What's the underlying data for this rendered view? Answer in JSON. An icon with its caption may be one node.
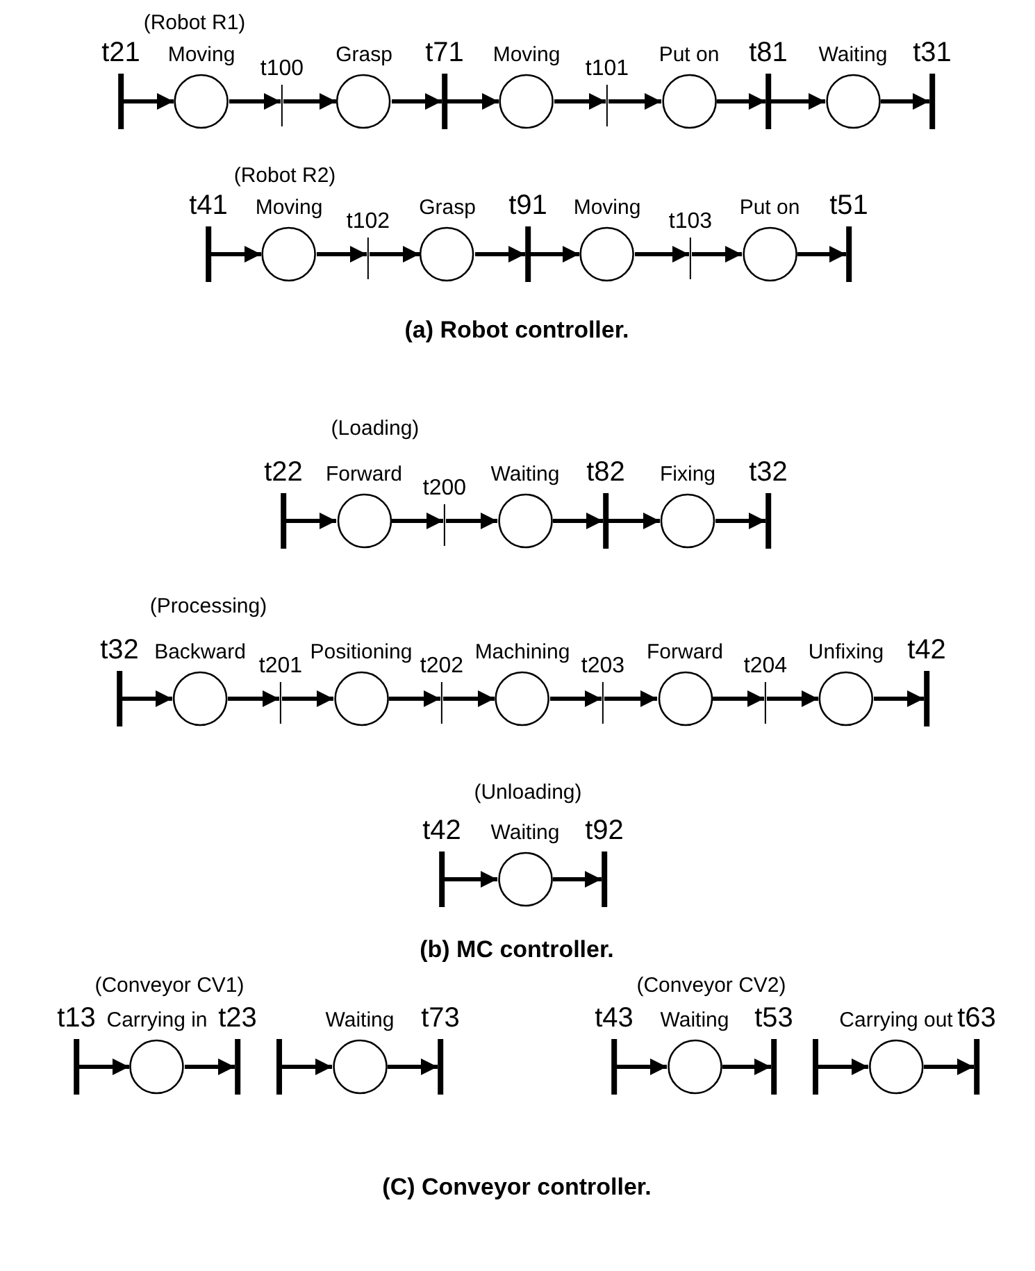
{
  "diagram": {
    "nodes": [
      {
        "text": [
          "t21"
        ]
      },
      {
        "text": [
          "Moving"
        ]
      },
      {
        "text": [
          "t100"
        ]
      },
      {
        "text": [
          "Grasp"
        ]
      },
      {
        "text": [
          "t71"
        ]
      },
      {
        "text": [
          "Moving"
        ]
      },
      {
        "text": [
          "t101"
        ]
      },
      {
        "text": [
          "Put on"
        ]
      },
      {
        "text": [
          "t81"
        ]
      },
      {
        "text": [
          "Waiting"
        ]
      },
      {
        "text": [
          "t31"
        ]
      },
      {
        "text": [
          "t41"
        ]
      },
      {
        "text": [
          "Moving"
        ]
      },
      {
        "text": [
          "t102"
        ]
      },
      {
        "text": [
          "Grasp"
        ]
      },
      {
        "text": [
          "t91"
        ]
      },
      {
        "text": [
          "Moving"
        ]
      },
      {
        "text": [
          "t103"
        ]
      },
      {
        "text": [
          "Put on"
        ]
      },
      {
        "text": [
          "t51"
        ]
      },
      {
        "text": [
          "t22"
        ]
      },
      {
        "text": [
          "Forward"
        ]
      },
      {
        "text": [
          "t200"
        ]
      },
      {
        "text": [
          "Waiting"
        ]
      },
      {
        "text": [
          "t82"
        ]
      },
      {
        "text": [
          "Fixing"
        ]
      },
      {
        "text": [
          "t32"
        ]
      },
      {
        "text": [
          "t32"
        ]
      },
      {
        "text": [
          "Backward"
        ]
      },
      {
        "text": [
          "t201"
        ]
      },
      {
        "text": [
          "Positioning"
        ]
      },
      {
        "text": [
          "t202"
        ]
      },
      {
        "text": [
          "Machining"
        ]
      },
      {
        "text": [
          "t203"
        ]
      },
      {
        "text": [
          "Forward"
        ]
      },
      {
        "text": [
          "t204"
        ]
      },
      {
        "text": [
          "Unfixing"
        ]
      },
      {
        "text": [
          "t42"
        ]
      },
      {
        "text": [
          "t42"
        ]
      },
      {
        "text": [
          "Waiting"
        ]
      },
      {
        "text": [
          "t92"
        ]
      },
      {
        "text": [
          "t13"
        ]
      },
      {
        "text": [
          "Carrying in"
        ]
      },
      {
        "text": [
          "t23"
        ]
      },
      {
        "text": [],
        "shape": "bar"
      },
      {
        "text": [
          "Waiting"
        ]
      },
      {
        "text": [
          "t73"
        ]
      },
      {
        "text": [
          "t43"
        ]
      },
      {
        "text": [
          "Waiting"
        ]
      },
      {
        "text": [
          "t53"
        ]
      },
      {
        "text": [],
        "shape": "bar"
      },
      {
        "text": [
          "Carrying out"
        ]
      },
      {
        "text": [
          "t63"
        ]
      }
    ],
    "edges": [
      {
        "from": 0,
        "to": 1,
        "arrow": "to"
      },
      {
        "from": 1,
        "to": 2,
        "arrow": "to"
      },
      {
        "from": 2,
        "to": 3,
        "arrow": "to"
      },
      {
        "from": 3,
        "to": 4,
        "arrow": "to"
      },
      {
        "from": 4,
        "to": 5,
        "arrow": "to"
      },
      {
        "from": 5,
        "to": 6,
        "arrow": "to"
      },
      {
        "from": 6,
        "to": 7,
        "arrow": "to"
      },
      {
        "from": 7,
        "to": 8,
        "arrow": "to"
      },
      {
        "from": 8,
        "to": 9,
        "arrow": "to"
      },
      {
        "from": 9,
        "to": 10,
        "arrow": "to"
      },
      {
        "from": 11,
        "to": 12,
        "arrow": "to"
      },
      {
        "from": 12,
        "to": 13,
        "arrow": "to"
      },
      {
        "from": 13,
        "to": 14,
        "arrow": "to"
      },
      {
        "from": 14,
        "to": 15,
        "arrow": "to"
      },
      {
        "from": 15,
        "to": 16,
        "arrow": "to"
      },
      {
        "from": 16,
        "to": 17,
        "arrow": "to"
      },
      {
        "from": 17,
        "to": 18,
        "arrow": "to"
      },
      {
        "from": 18,
        "to": 19,
        "arrow": "to"
      },
      {
        "from": 20,
        "to": 21,
        "arrow": "to"
      },
      {
        "from": 21,
        "to": 22,
        "arrow": "to"
      },
      {
        "from": 22,
        "to": 23,
        "arrow": "to"
      },
      {
        "from": 23,
        "to": 24,
        "arrow": "to"
      },
      {
        "from": 24,
        "to": 25,
        "arrow": "to"
      },
      {
        "from": 25,
        "to": 26,
        "arrow": "to"
      },
      {
        "from": 27,
        "to": 28,
        "arrow": "to"
      },
      {
        "from": 28,
        "to": 29,
        "arrow": "to"
      },
      {
        "from": 29,
        "to": 30,
        "arrow": "to"
      },
      {
        "from": 30,
        "to": 31,
        "arrow": "to"
      },
      {
        "from": 31,
        "to": 32,
        "arrow": "to"
      },
      {
        "from": 32,
        "to": 33,
        "arrow": "to"
      },
      {
        "from": 33,
        "to": 34,
        "arrow": "to"
      },
      {
        "from": 34,
        "to": 35,
        "arrow": "to"
      },
      {
        "from": 35,
        "to": 36,
        "arrow": "to"
      },
      {
        "from": 36,
        "to": 37,
        "arrow": "to"
      },
      {
        "from": 38,
        "to": 39,
        "arrow": "to"
      },
      {
        "from": 39,
        "to": 40,
        "arrow": "to"
      },
      {
        "from": 41,
        "to": 42,
        "arrow": "to"
      },
      {
        "from": 42,
        "to": 43,
        "arrow": "to"
      },
      {
        "from": 44,
        "to": 45,
        "arrow": "to"
      },
      {
        "from": 45,
        "to": 46,
        "arrow": "to"
      },
      {
        "from": 47,
        "to": 48,
        "arrow": "to"
      },
      {
        "from": 48,
        "to": 49,
        "arrow": "to"
      },
      {
        "from": 50,
        "to": 51,
        "arrow": "to"
      },
      {
        "from": 51,
        "to": 52,
        "arrow": "to"
      }
    ],
    "labels": [
      "(Robot R1)",
      "(Robot R2)",
      "(a) Robot controller.",
      "(Loading)",
      "(Processing)",
      "(Unloading)",
      "(b) MC controller.",
      "(Conveyor CV1)",
      "(Conveyor CV2)",
      "(C) Conveyor controller."
    ]
  }
}
